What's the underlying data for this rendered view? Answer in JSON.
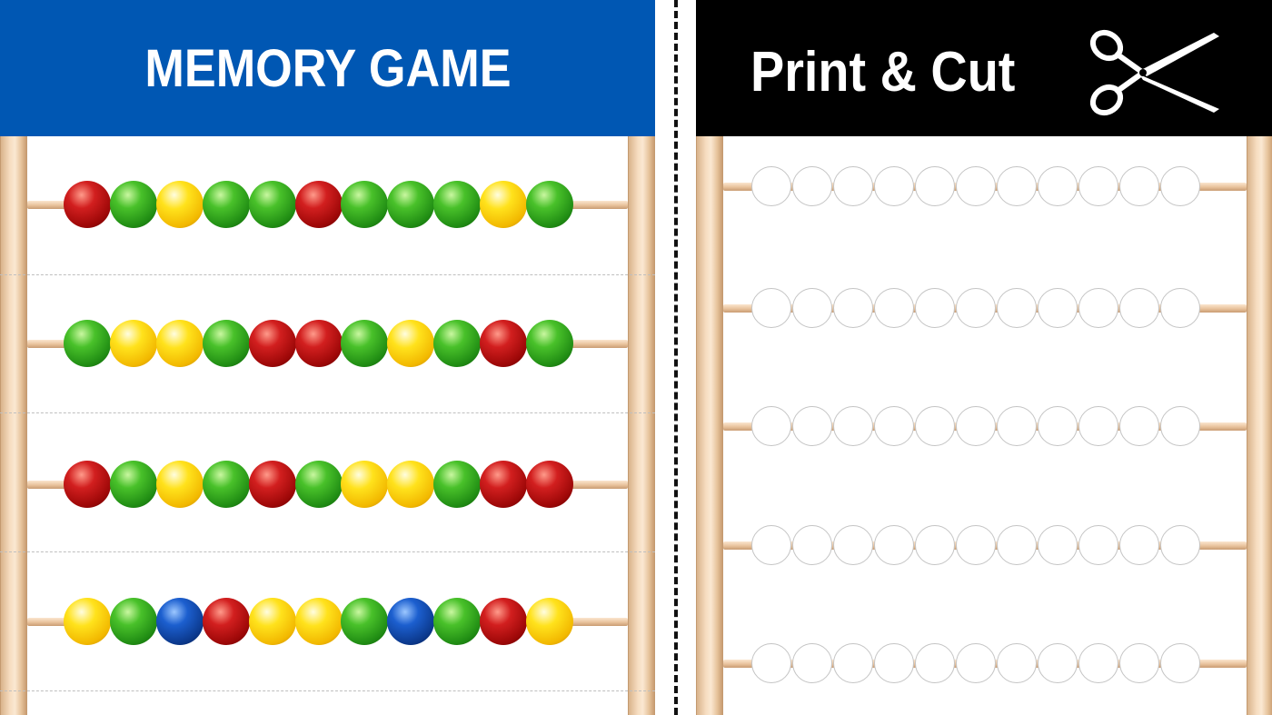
{
  "left": {
    "title": "MEMORY GAME",
    "rows": [
      [
        "red",
        "green",
        "yellow",
        "green",
        "green",
        "red",
        "green",
        "green",
        "green",
        "yellow",
        "green"
      ],
      [
        "green",
        "yellow",
        "yellow",
        "green",
        "red",
        "red",
        "green",
        "yellow",
        "green",
        "red",
        "green"
      ],
      [
        "red",
        "green",
        "yellow",
        "green",
        "red",
        "green",
        "yellow",
        "yellow",
        "green",
        "red",
        "red"
      ],
      [
        "yellow",
        "green",
        "blue",
        "red",
        "yellow",
        "yellow",
        "green",
        "blue",
        "green",
        "red",
        "yellow"
      ]
    ]
  },
  "right": {
    "title": "Print & Cut",
    "icon": "scissors-icon",
    "rows": 5,
    "beads_per_row": 11
  },
  "colors": {
    "header_blue": "#0057b3",
    "header_black": "#000000",
    "red": "#b81212",
    "green": "#2fa81c",
    "yellow": "#ffd60a",
    "blue": "#123f96"
  }
}
